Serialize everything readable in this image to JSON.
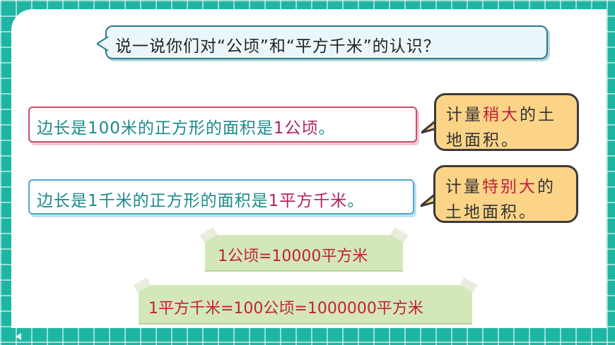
{
  "question": {
    "text": "说一说你们对“公顷”和“平方千米”的认识？"
  },
  "statements": [
    {
      "prefix": "边长是100米的正方形的面积是",
      "highlight": "1公顷",
      "suffix": "。"
    },
    {
      "prefix": "边长是1千米的正方形的面积是",
      "highlight": "1平方千米",
      "suffix": "。"
    }
  ],
  "notes": [
    {
      "line1_a": "计量",
      "line1_red": "稍大",
      "line1_b": "的土",
      "line2": "地面积。"
    },
    {
      "line1_a": "计量",
      "line1_red": "特别大",
      "line1_b": "的",
      "line2": "土地面积。"
    }
  ],
  "formulas": [
    {
      "text": "1公顷=10000平方米"
    },
    {
      "text": "1平方千米=100公顷=1000000平方米"
    }
  ],
  "colors": {
    "background_teal": "#1fb5a3",
    "statement_text": "#1a8a8a",
    "highlight_red": "#c21f3c",
    "note_fill": "#fcd487",
    "tape_green": "#d4e7b9"
  }
}
